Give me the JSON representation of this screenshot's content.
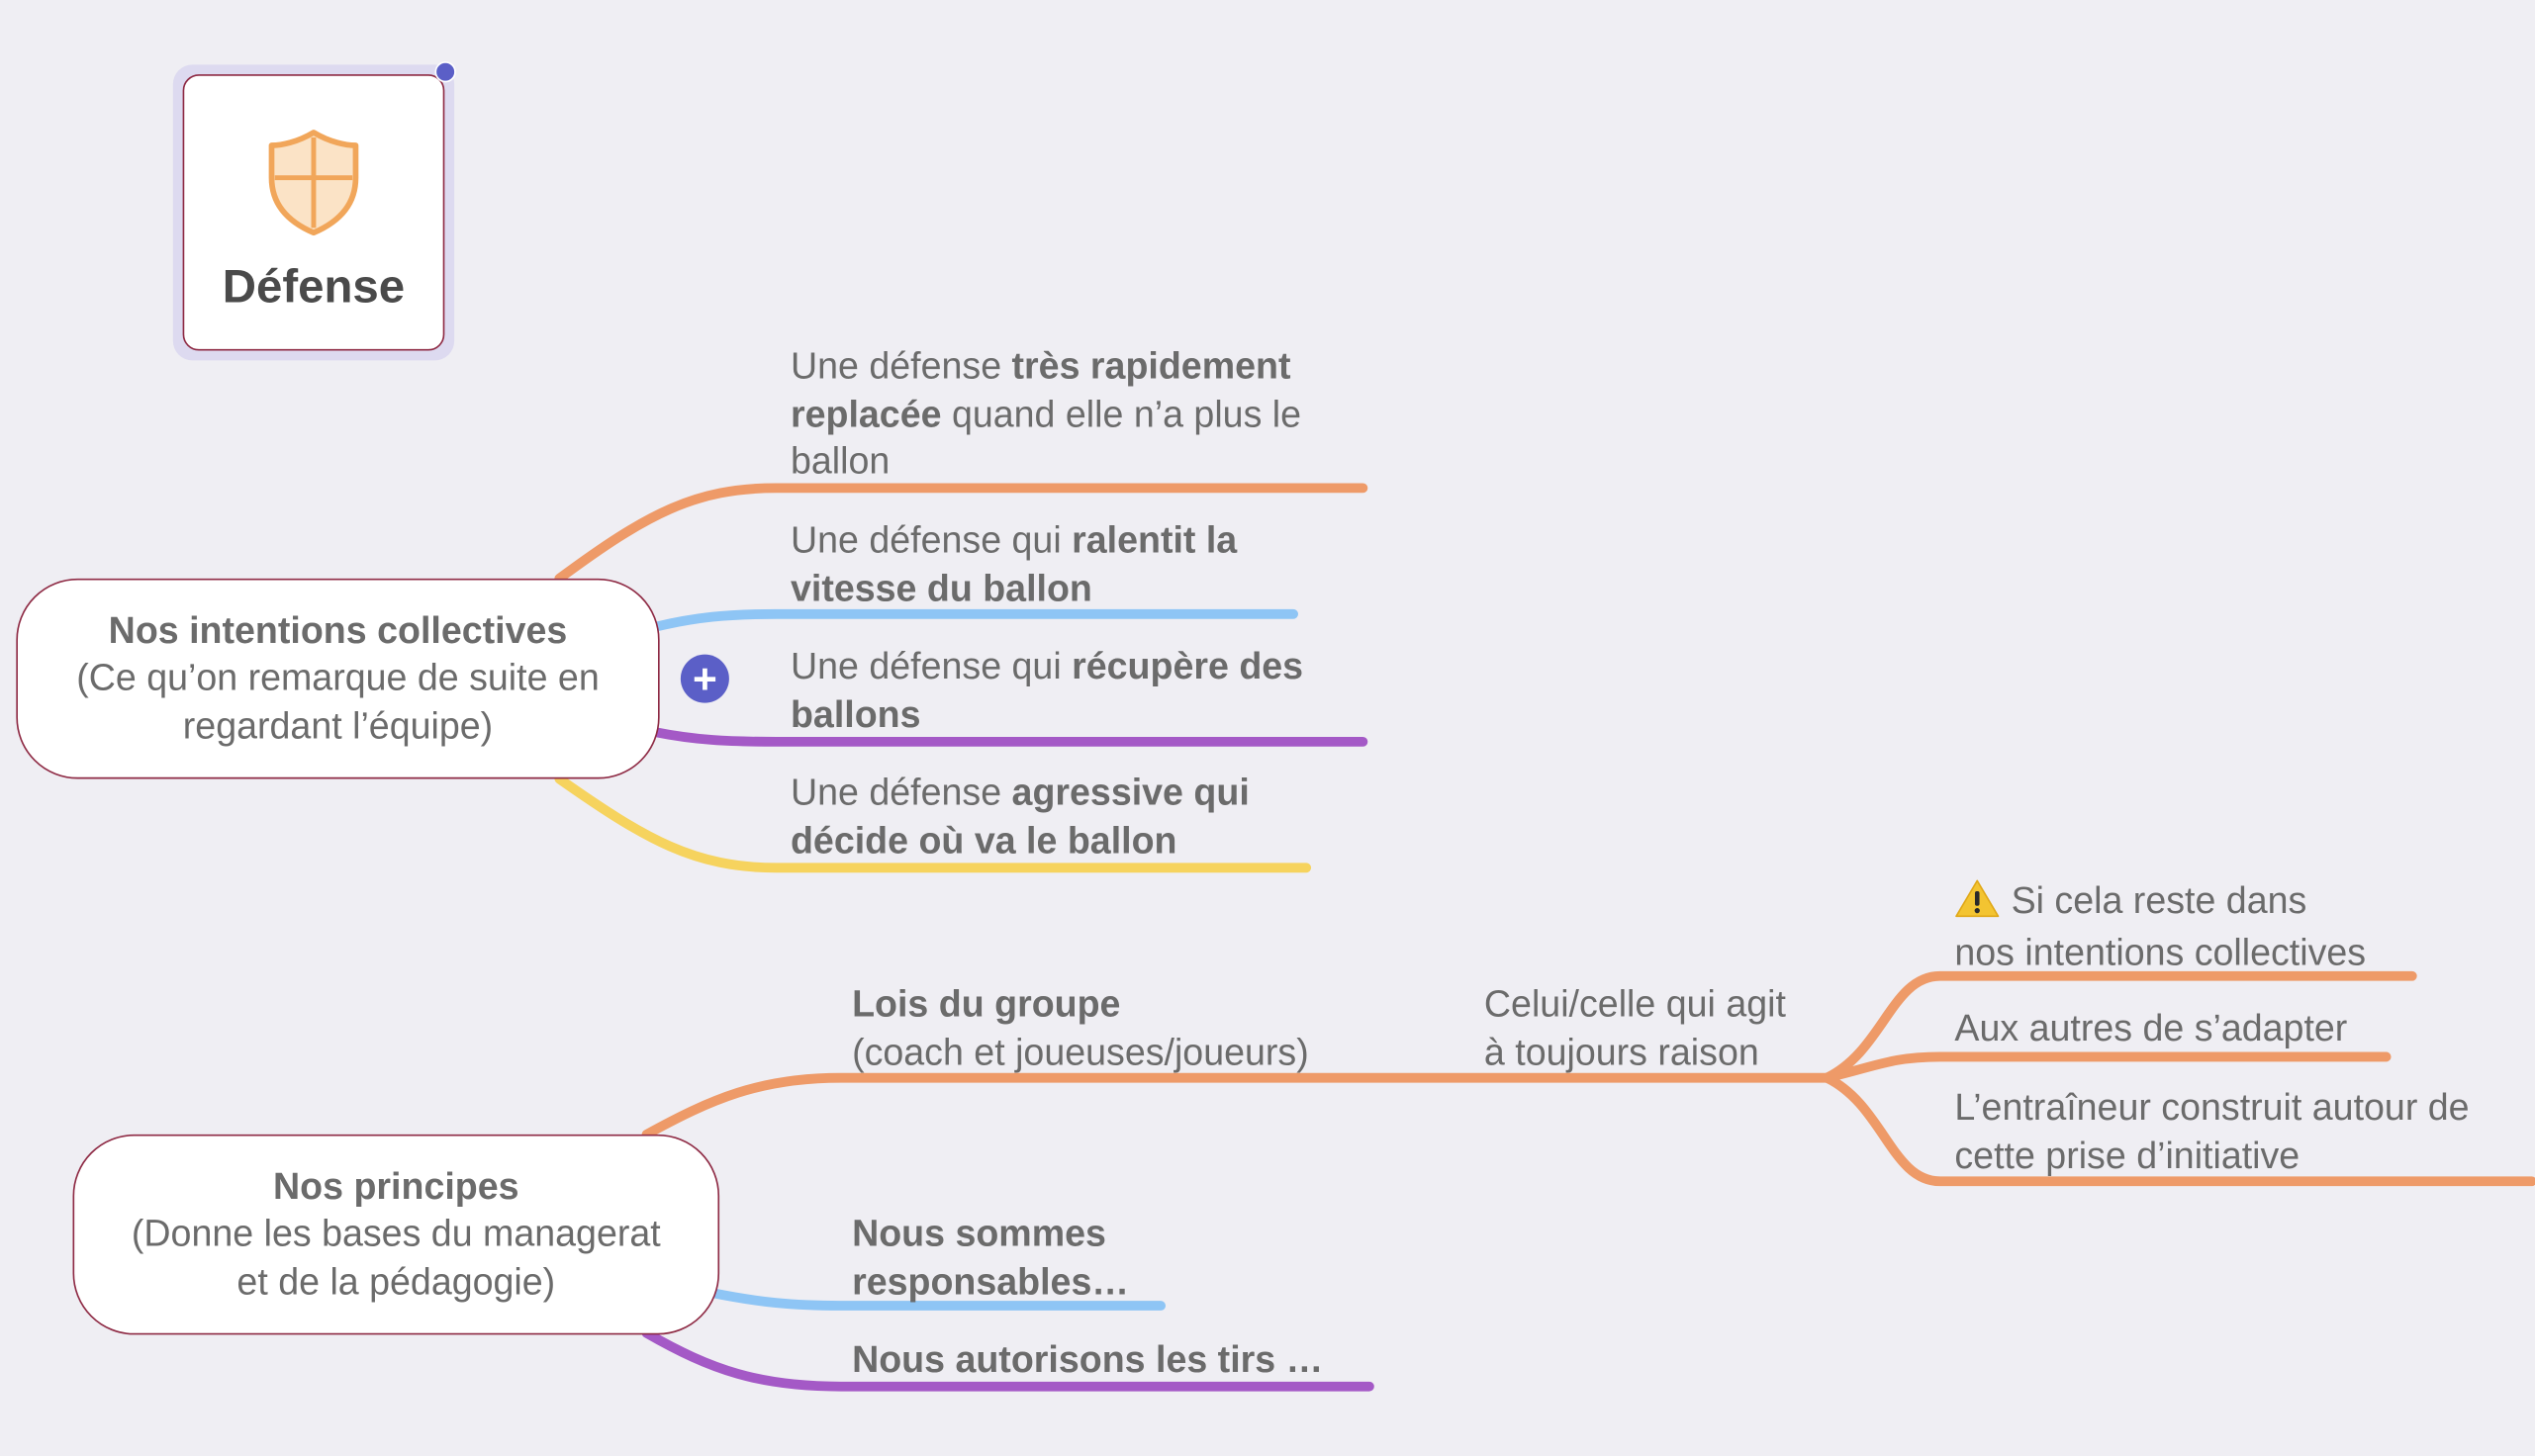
{
  "root": {
    "title": "Défense",
    "icon": "shield-icon"
  },
  "branches": {
    "intentions": {
      "title": "Nos intentions collectives",
      "subtitle_line1": "(Ce qu’on remarque de suite en",
      "subtitle_line2": "regardant l’équipe)",
      "collapse_symbol": "+",
      "children": [
        {
          "l1a": "Une défense ",
          "l1b": "très rapidement",
          "l2a": "replacée",
          "l2b": " quand elle n’a plus le",
          "l3a": "ballon",
          "color": "#EE9A68"
        },
        {
          "l1a": "Une défense qui ",
          "l1b": "ralentit la",
          "l2a": "vitesse du ballon",
          "color": "#8EC5F5"
        },
        {
          "l1a": "Une défense qui ",
          "l1b": "récupère des",
          "l2a": "ballons",
          "color": "#A459C6"
        },
        {
          "l1a": "Une défense ",
          "l1b": "agressive qui",
          "l2a": "décide où va le ballon",
          "color": "#F6D35E"
        }
      ]
    },
    "principes": {
      "title": "Nos principes",
      "subtitle_line1": "(Donne les bases du managerat",
      "subtitle_line2": "et de la pédagogie)",
      "children": [
        {
          "title": "Lois du groupe",
          "subtitle": "(coach et joueuses/joueurs)",
          "color": "#EE9A68",
          "child": {
            "line1": "Celui/celle qui agit",
            "line2": "à toujours raison",
            "children": [
              {
                "line1": "Si cela reste dans",
                "line2": "nos intentions collectives",
                "icon": "warning-icon"
              },
              {
                "line1": "Aux autres de s’adapter"
              },
              {
                "line1": "L’entraîneur construit autour de",
                "line2": "cette prise d’initiative"
              }
            ]
          }
        },
        {
          "line1": "Nous sommes",
          "line2": "responsables…",
          "color": "#8EC5F5"
        },
        {
          "line1": "Nous autorisons les tirs …",
          "color": "#A459C6"
        }
      ]
    }
  },
  "colors": {
    "orange": "#EE9A68",
    "blue": "#8EC5F5",
    "purple": "#A459C6",
    "yellow": "#F6D35E",
    "border": "#8E2A44",
    "accent": "#5B5FC7",
    "background": "#EFEEF3"
  }
}
